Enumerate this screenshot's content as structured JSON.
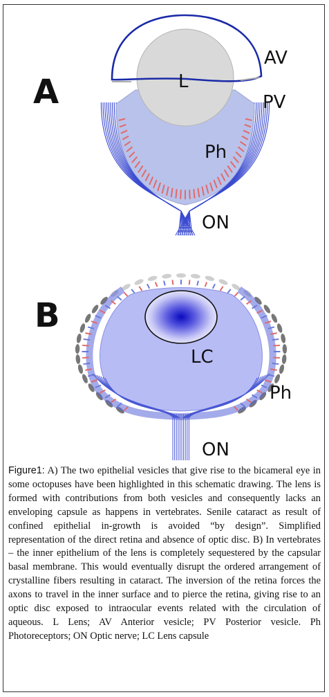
{
  "panels": {
    "a": {
      "letter": "A",
      "labels": {
        "av": "AV",
        "l": "L",
        "pv": "PV",
        "ph": "Ph",
        "on": "ON"
      }
    },
    "b": {
      "letter": "B",
      "labels": {
        "lc": "LC",
        "ph": "Ph",
        "on": "ON"
      }
    }
  },
  "caption": {
    "label": "Figure1:",
    "text": " A) The two epithelial vesicles that give rise to the bicameral eye in some octopuses have been highlighted in this schematic drawing. The lens is formed with contributions from both vesicles and consequently lacks an enveloping capsule as happens in vertebrates. Senile cataract as result of confined epithelial in-growth is avoided “by design”. Simplified representation of the direct retina and absence of optic disc. B) In vertebrates – the inner epithelium of the lens is completely sequestered by the capsular basal membrane. This would eventually disrupt the ordered arrangement of crystalline fibers resulting in cataract. The inversion of the retina forces the axons to travel in the inner surface and to pierce the retina, giving rise to an optic disc exposed to intraocular events related with the circulation of aqueous. L Lens; AV Anterior vesicle; PV Posterior vesicle. Ph Photoreceptors; ON Optic nerve; LC Lens capsule"
  },
  "colors": {
    "frame": "#333333",
    "anterior_vesicle": "#1a2aa8",
    "lens": "#d9d9d9",
    "posterior_chamber": "#b9c2ea",
    "nerve": "#3a4ad0",
    "photoreceptor_red": "#e06a6a",
    "photoreceptor_blue": "#6a7ad8",
    "vitreous_b": "#b7bcf5",
    "lens_capsule_center": "#1010c8",
    "pigment_gray": "#777777",
    "pigment_light": "#cfcfcf"
  }
}
